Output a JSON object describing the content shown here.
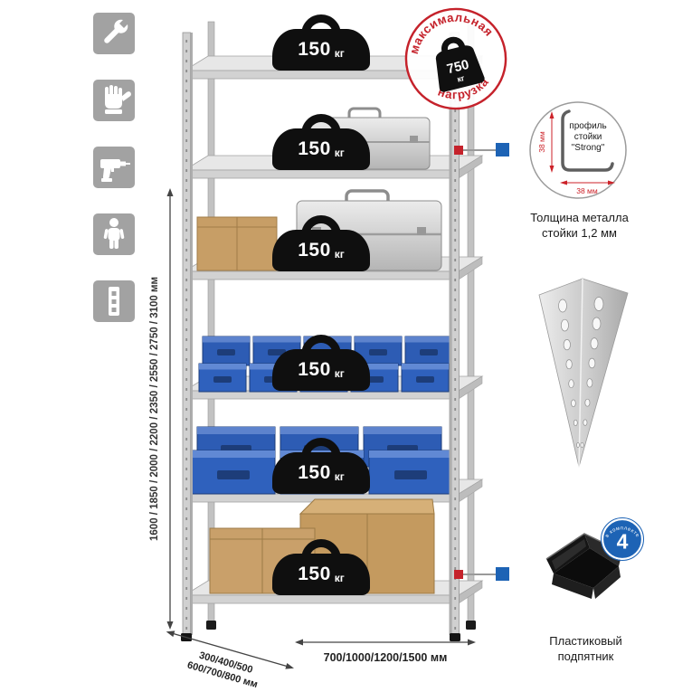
{
  "colors": {
    "accent_red": "#c5222b",
    "accent_blue": "#1d63b5",
    "bin_blue": "#2e5eb5",
    "icon_gray": "#a2a2a2",
    "metal_gray": "#d0d0d0"
  },
  "feature_icons": [
    "wrench",
    "gloves",
    "drill",
    "person",
    "perforated-post"
  ],
  "shelves": [
    {
      "value": "150",
      "unit": "кг"
    },
    {
      "value": "150",
      "unit": "кг"
    },
    {
      "value": "150",
      "unit": "кг"
    },
    {
      "value": "150",
      "unit": "кг"
    },
    {
      "value": "150",
      "unit": "кг"
    },
    {
      "value": "150",
      "unit": "кг"
    }
  ],
  "stamp": {
    "arc_top": "максимальная",
    "arc_bottom": "нагрузка",
    "center_value": "750",
    "center_unit": "кг"
  },
  "profile_detail": {
    "dim_vertical": "38 мм",
    "dim_horizontal": "38 мм",
    "label_line1": "профиль",
    "label_line2": "стойки",
    "label_line3": "\"Strong\"",
    "caption_line1": "Толщина металла",
    "caption_line2": "стойки 1,2 мм"
  },
  "foot_detail": {
    "badge_value": "4",
    "badge_arc_text": "в комплекте",
    "caption_line1": "Пластиковый",
    "caption_line2": "подпятник"
  },
  "dimensions": {
    "height_values": "1600 / 1850 / 2000 / 2200 / 2350 / 2550 / 2750 / 3100 мм",
    "depth_line1": "300/400/500",
    "depth_line2": "600/700/800 мм",
    "width_values": "700/1000/1200/1500 мм"
  }
}
